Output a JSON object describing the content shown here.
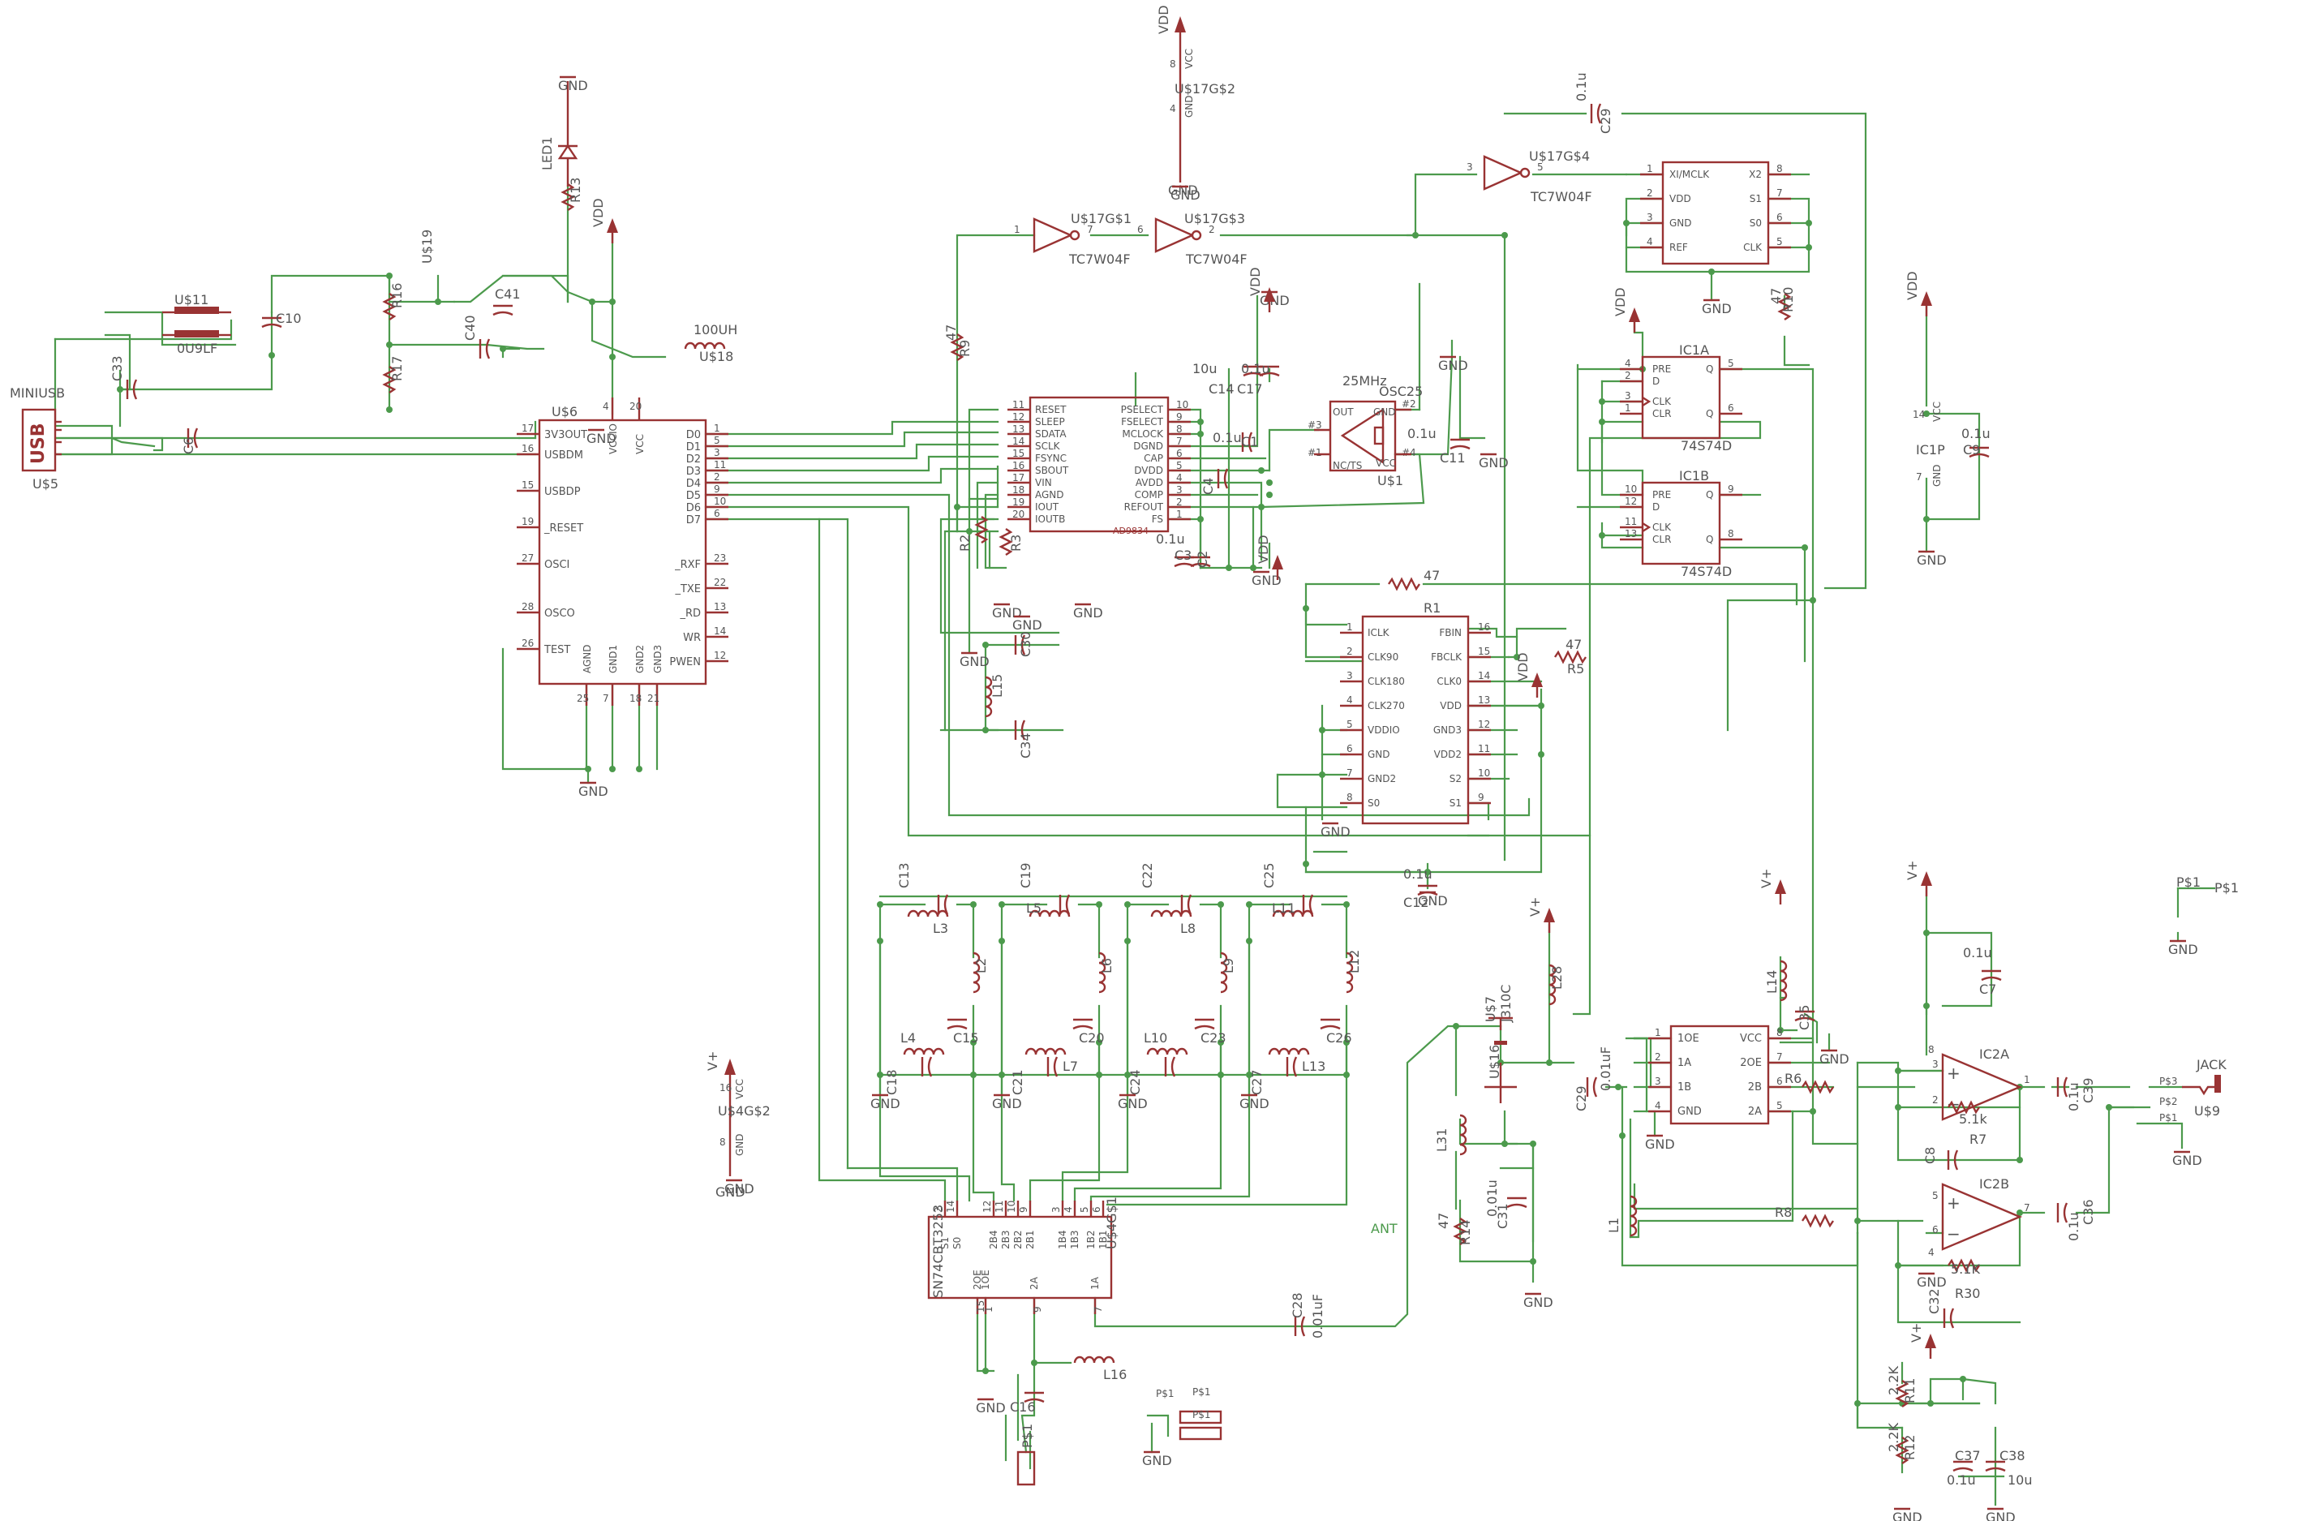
{
  "schematic": {
    "usb_connector": {
      "label": "USB",
      "name": "MINIUSB",
      "ref": "U$5"
    },
    "ft232": {
      "ref": "U$6",
      "left_pins": [
        "3V3OUT",
        "USBDM",
        "USBDP",
        "_RESET",
        "OSCI",
        "OSCO",
        "TEST"
      ],
      "left_nums": [
        "17",
        "16",
        "15",
        "19",
        "27",
        "28",
        "26"
      ],
      "right_pins": [
        "D0",
        "D1",
        "D2",
        "D3",
        "D4",
        "D5",
        "D6",
        "D7",
        "_RXF",
        "_TXE",
        "_RD",
        "WR",
        "PWEN"
      ],
      "right_nums": [
        "1",
        "5",
        "3",
        "11",
        "2",
        "9",
        "10",
        "6",
        "23",
        "22",
        "13",
        "14",
        "12"
      ],
      "top_pins": [
        "VCCIO",
        "VCC"
      ],
      "top_nums": [
        "4",
        "20"
      ],
      "bottom_pins": [
        "AGND",
        "GND1",
        "GND2",
        "GND3"
      ],
      "bottom_nums": [
        "25",
        "7",
        "18",
        "21"
      ]
    },
    "ad9834": {
      "label": "AD9834",
      "left_pins": [
        "RESET",
        "SLEEP",
        "SDATA",
        "SCLK",
        "FSYNC",
        "SBOUT",
        "VIN",
        "AGND",
        "IOUT",
        "IOUTB"
      ],
      "left_nums": [
        "11",
        "12",
        "13",
        "14",
        "15",
        "16",
        "17",
        "18",
        "19",
        "20"
      ],
      "right_pins": [
        "PSELECT",
        "FSELECT",
        "MCLOCK",
        "DGND",
        "CAP",
        "DVDD",
        "AVDD",
        "COMP",
        "REFOUT",
        "FS"
      ],
      "right_nums": [
        "10",
        "9",
        "8",
        "7",
        "6",
        "5",
        "4",
        "3",
        "2",
        "1"
      ]
    },
    "oscillator": {
      "freq": "25MHz",
      "name": "OSC25",
      "ref": "U$1",
      "pin_out": "OUT",
      "pin_gnd": "GND",
      "pin_vcc": "VCC",
      "pin_nc": "NC/TS",
      "pins": [
        "#3",
        "#2",
        "#1",
        "#4"
      ]
    },
    "inverter_1": {
      "ref": "U$17G$1",
      "part": "TC7W04F",
      "pin_in": "1",
      "pin_out": "7"
    },
    "inverter_2": {
      "ref": "U$17G$3",
      "part": "TC7W04F",
      "pin_in": "6",
      "pin_out": "2"
    },
    "inverter_3": {
      "ref": "U$17G$4",
      "part": "TC7W04F",
      "pin_in": "3",
      "pin_out": "5"
    },
    "inverter_power": {
      "ref": "U$17G$2",
      "vcc": "VCC",
      "gnd": "GND",
      "pin_vcc": "8",
      "pin_gnd": "4"
    },
    "clock_gen": {
      "left_pins": [
        "XI/MCLK",
        "VDD",
        "GND",
        "REF"
      ],
      "left_nums": [
        "1",
        "2",
        "3",
        "4"
      ],
      "right_pins": [
        "X2",
        "S1",
        "S0",
        "CLK"
      ],
      "right_nums": [
        "8",
        "7",
        "6",
        "5"
      ]
    },
    "ic1a": {
      "ref": "IC1A",
      "part": "74S74D",
      "pins": [
        "PRE",
        "D",
        "CLK",
        "CLR",
        "Q",
        "Q"
      ],
      "nums": [
        "4",
        "2",
        "3",
        "1",
        "5",
        "6"
      ]
    },
    "ic1b": {
      "ref": "IC1B",
      "part": "74S74D",
      "pins": [
        "PRE",
        "D",
        "CLK",
        "CLR",
        "Q",
        "Q"
      ],
      "nums": [
        "10",
        "12",
        "11",
        "13",
        "9",
        "8"
      ]
    },
    "ic1p": {
      "ref": "IC1P",
      "vcc": "VCC",
      "gnd": "GND",
      "pin_vcc": "14",
      "pin_gnd": "7"
    },
    "zero_delay_buffer": {
      "left_pins": [
        "ICLK",
        "CLK90",
        "CLK180",
        "CLK270",
        "VDDIO",
        "GND",
        "GND2",
        "S0"
      ],
      "left_nums": [
        "1",
        "2",
        "3",
        "4",
        "5",
        "6",
        "7",
        "8"
      ],
      "right_pins": [
        "FBIN",
        "FBCLK",
        "CLK0",
        "VDD",
        "GND3",
        "VDD2",
        "S2",
        "S1"
      ],
      "right_nums": [
        "16",
        "15",
        "14",
        "13",
        "12",
        "11",
        "10",
        "9"
      ]
    },
    "mux": {
      "ref": "U$4G$1",
      "part": "SN74CBT3253",
      "pins_top": [
        "S1",
        "S0",
        "2B4",
        "2B3",
        "2B2",
        "2B1",
        "1B4",
        "1B3",
        "1B2",
        "1B1"
      ],
      "nums_top": [
        "2",
        "14",
        "12",
        "11",
        "10",
        "9",
        "3",
        "4",
        "5",
        "6"
      ],
      "pins_mid": [
        "2OE",
        "1OE",
        "2A",
        "1A"
      ],
      "nums_bot": [
        "15",
        "1",
        "9",
        "7"
      ]
    },
    "mux_power": {
      "ref": "U$4G$2",
      "vcc": "VCC",
      "gnd": "GND",
      "pin_vcc": "16",
      "pin_gnd": "8"
    },
    "quad_switch": {
      "pins_left": [
        "1OE",
        "1A",
        "1B",
        "GND"
      ],
      "nums_left": [
        "1",
        "2",
        "3",
        "4"
      ],
      "pins_right": [
        "VCC",
        "2OE",
        "2B",
        "2A"
      ],
      "nums_right": [
        "8",
        "7",
        "6",
        "5"
      ]
    },
    "jfet": {
      "ref": "U$7",
      "part": "J310C",
      "ref2": "U$16"
    },
    "opamp_a": {
      "ref": "IC2A",
      "plus": "3",
      "minus": "2",
      "out": "1",
      "vcc": "8"
    },
    "opamp_b": {
      "ref": "IC2B",
      "plus": "5",
      "minus": "6",
      "out": "7",
      "gnd": "4"
    },
    "jack": {
      "label": "JACK",
      "ref": "U$9",
      "pins": [
        "P$3",
        "P$2",
        "P$1"
      ]
    },
    "power": {
      "vdd": "VDD",
      "vplus": "V+",
      "gnd": "GND"
    },
    "labels": {
      "ant": "ANT",
      "psi": "P$1",
      "inductor_100uh": "100UH",
      "u18": "U$18",
      "u19": "U$19",
      "u11": "U$11",
      "dus": "0U9LF",
      "ps1": "P$1"
    },
    "parts": {
      "c10": "C10",
      "c33": "C33",
      "c6": "C6",
      "r16": "R16",
      "r17": "R17",
      "c40": "C40",
      "c41": "C41",
      "led1": "LED1",
      "r13": "R13",
      "r9": "R9",
      "r9v": "47",
      "c14": "C14",
      "c17": "C17",
      "c14v": "10u",
      "c17v": "0.1u",
      "c1": "C1",
      "c1v": "0.1u",
      "c4": "C4",
      "c3": "C3",
      "c3v": "0.1u",
      "c2": "C2",
      "r2": "R2",
      "r3": "R3",
      "c30": "C30",
      "l15": "L15",
      "c34": "C34",
      "c11": "C11",
      "c11v": "0.1u",
      "c29b": "C29",
      "c29v": "0.1u",
      "r10": "R10",
      "r10v": "47",
      "c9": "C9",
      "c9v": "0.1u",
      "r1": "R1",
      "r1v": "47",
      "r5": "R5",
      "r5v": "47",
      "c12": "C12",
      "c12v": "0.1u",
      "c13": "C13",
      "c19": "C19",
      "c22": "C22",
      "c25": "C25",
      "l3": "L3",
      "l2": "L2",
      "l5": "L5",
      "l6": "L6",
      "l8": "L8",
      "l9": "L9",
      "l11": "L11",
      "l12": "L12",
      "l4": "L4",
      "l7": "L7",
      "l10": "L10",
      "l13": "L13",
      "c15": "C15",
      "c20": "C20",
      "c23": "C23",
      "c26": "C26",
      "c18": "C18",
      "c21": "C21",
      "c24": "C24",
      "c27": "C27",
      "c28": "C28",
      "c28v": "0.01uF",
      "l16": "L16",
      "c16": "C16",
      "p1": "P$1",
      "l28": "L28",
      "c29": "C29",
      "c29fv": "0.01uF",
      "l31": "L31",
      "r14": "R14",
      "r14v": "47",
      "c31": "C31",
      "c31v": "0.01u",
      "l14": "L14",
      "c35": "C35",
      "l1": "L1",
      "r6": "R6",
      "r8": "R8",
      "r7": "R7",
      "r7v": "5.1k",
      "r30": "R30",
      "r30v": "5.1K",
      "c8": "C8",
      "c32": "C32",
      "c39": "C39",
      "c39v": "0.1u",
      "c36": "C36",
      "c36v": "0.1u",
      "c7": "C7",
      "c7v": "0.1u",
      "r11": "R11",
      "r11v": "2.2K",
      "r12": "R12",
      "r12v": "2.2K",
      "c37": "C37",
      "c37v": "0.1u",
      "c38": "C38",
      "c38v": "10u"
    }
  }
}
